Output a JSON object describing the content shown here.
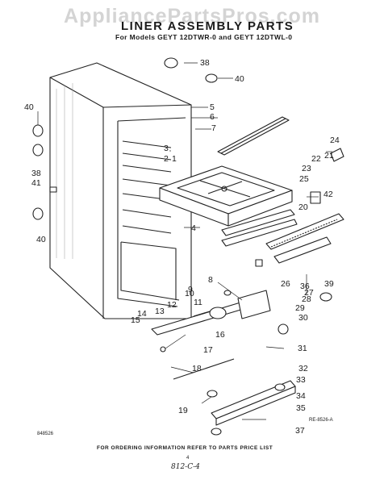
{
  "watermark": "AppliancePartsPros.com",
  "title": "LINER ASSEMBLY PARTS",
  "subtitle": "For Models GEYT 12DTWR-0 and GEYT 12DTWL-0",
  "footer": "FOR ORDERING INFORMATION REFER TO PARTS PRICE LIST",
  "page_number": "4",
  "left_code": "848526",
  "right_code": "RE-8526-A",
  "handwritten_note": "812-C-4",
  "callouts": [
    "38",
    "40",
    "5",
    "6",
    "7",
    "40",
    "3",
    "2",
    "1",
    "38",
    "41",
    "40",
    "24",
    "21",
    "22",
    "23",
    "25",
    "20",
    "42",
    "8",
    "9",
    "10",
    "11",
    "12",
    "13",
    "14",
    "15",
    "16",
    "17",
    "26",
    "36",
    "28",
    "27",
    "39",
    "29",
    "30",
    "31",
    "4",
    "18",
    "19",
    "32",
    "33",
    "34",
    "35",
    "37"
  ]
}
